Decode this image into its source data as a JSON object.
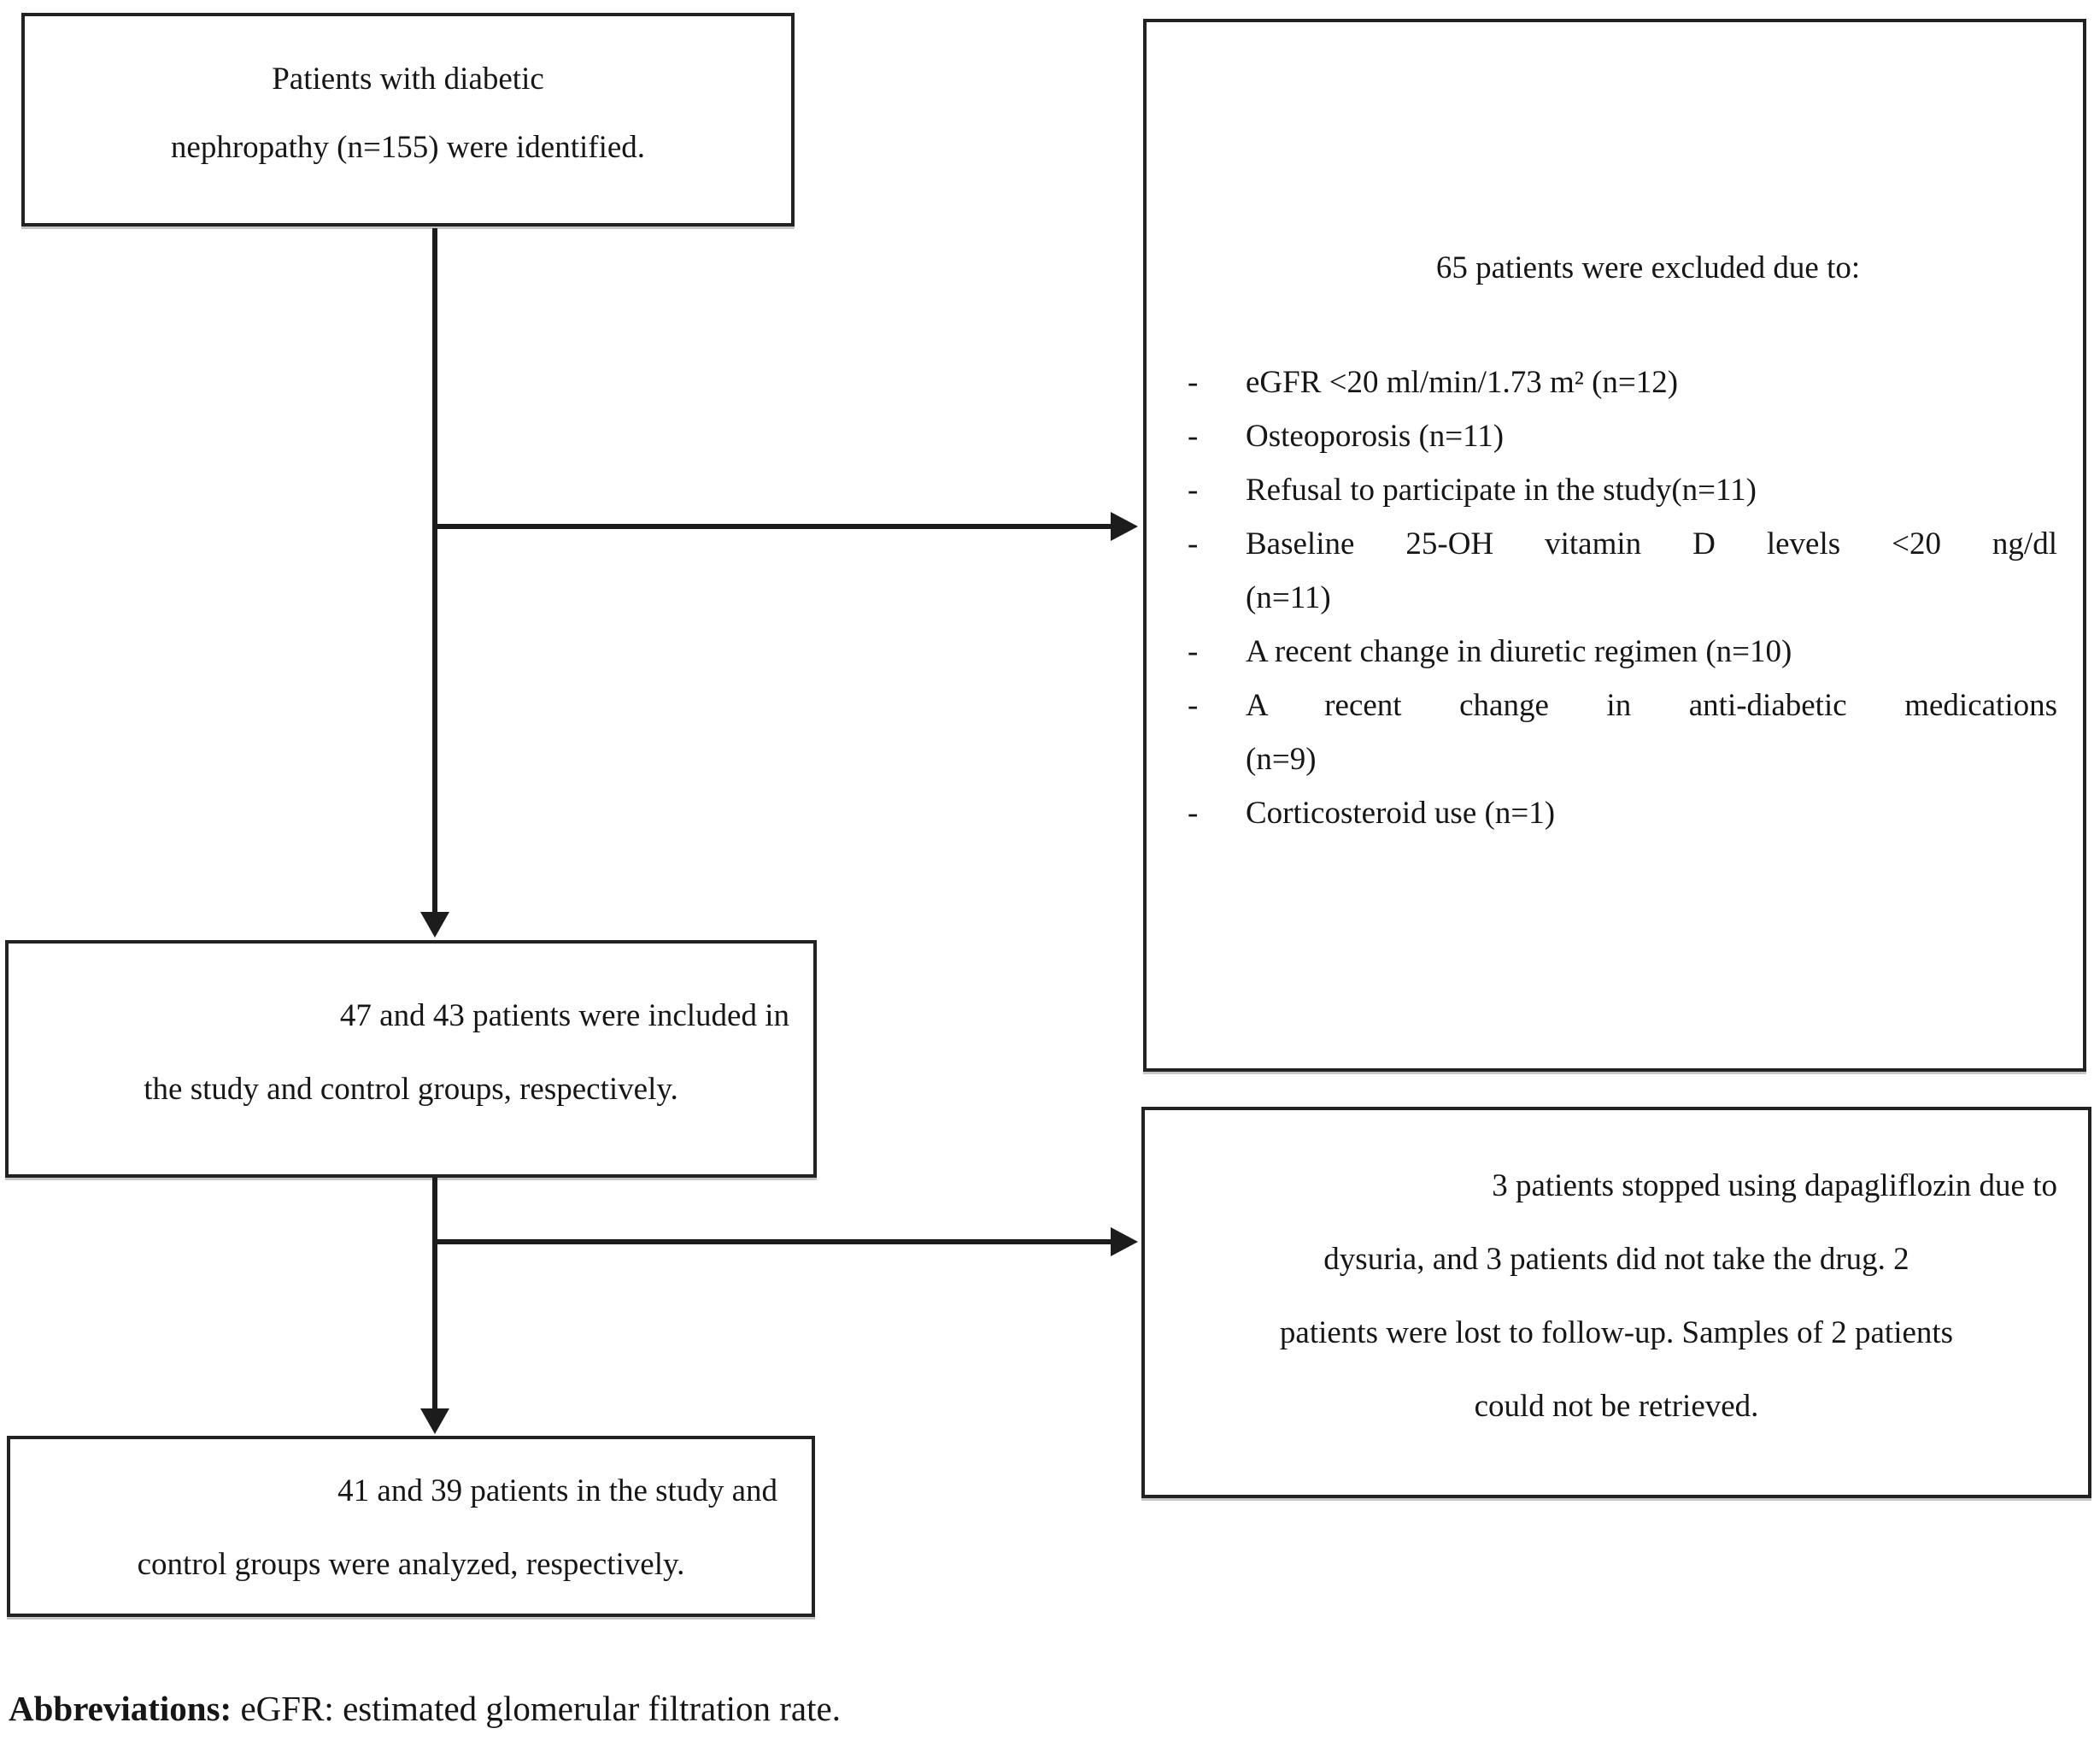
{
  "figure": {
    "box_identified": {
      "lines": [
        "Patients with diabetic",
        "nephropathy (n=155) were identified."
      ]
    },
    "box_excluded": {
      "title": "65 patients were excluded due to:",
      "bullet": "-",
      "items": [
        {
          "lines": [
            "eGFR <20 ml/min/1.73 m² (n=12)"
          ]
        },
        {
          "lines": [
            "Osteoporosis (n=11)"
          ]
        },
        {
          "lines": [
            "Refusal to participate in the study(n=11)"
          ]
        },
        {
          "lines": [
            "Baseline 25-OH vitamin D levels <20 ng/dl",
            "(n=11)"
          ]
        },
        {
          "lines": [
            "A recent change in diuretic regimen (n=10)"
          ]
        },
        {
          "lines": [
            "A recent change in anti-diabetic medications",
            "(n=9)"
          ]
        },
        {
          "lines": [
            "Corticosteroid use (n=1)"
          ]
        }
      ]
    },
    "box_included": {
      "lines": [
        "47 and 43 patients were included in",
        "the study and control groups, respectively."
      ]
    },
    "box_discontinued": {
      "lines": [
        "3 patients stopped using dapagliflozin due to",
        "dysuria, and 3 patients did not take the drug. 2",
        "patients were lost to follow-up. Samples of 2 patients",
        "could not be retrieved."
      ]
    },
    "box_analyzed": {
      "lines": [
        "41 and 39 patients in the study and",
        "control groups were analyzed, respectively."
      ]
    },
    "abbreviations": {
      "label": "Abbreviations:",
      "text": "eGFR: estimated glomerular filtration rate."
    }
  }
}
